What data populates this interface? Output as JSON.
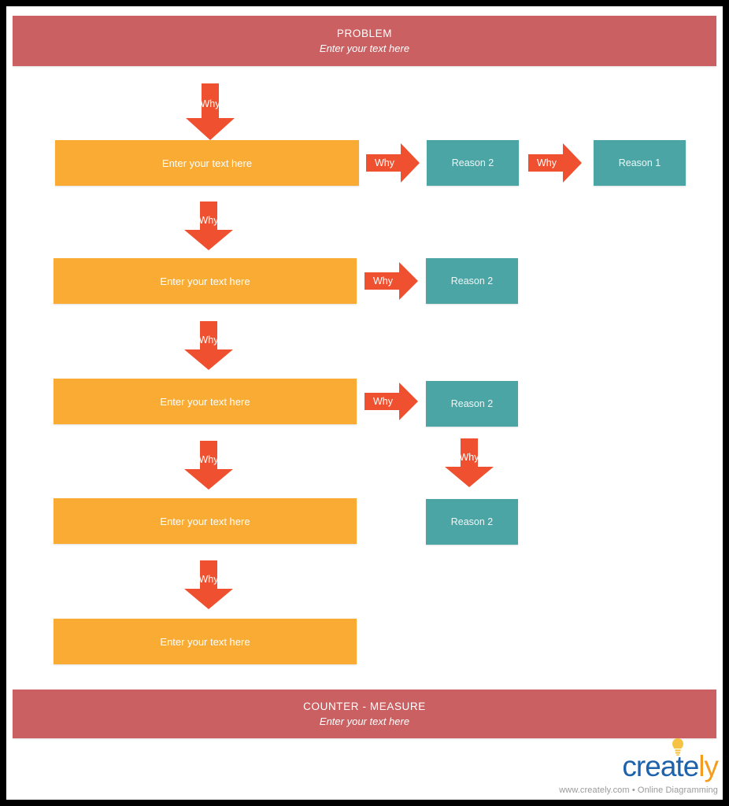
{
  "page": {
    "background": "#ffffff",
    "frame_color": "#000000"
  },
  "colors": {
    "banner": "#ca6062",
    "box_orange": "#f9ab33",
    "box_teal": "#4ba5a5",
    "arrow": "#ef5130",
    "logo_blue": "#1d62ab",
    "logo_orange": "#f49c1d",
    "logo_bulb": "#f5c243",
    "tagline": "#9a9a9a"
  },
  "problem_banner": {
    "title": "PROBLEM",
    "subtitle": "Enter your text here"
  },
  "counter_banner": {
    "title": "COUNTER - MEASURE",
    "subtitle": "Enter your text here"
  },
  "arrow_label": "Why",
  "orange_boxes": [
    {
      "label": "Enter your text here"
    },
    {
      "label": "Enter your text here"
    },
    {
      "label": "Enter your text here"
    },
    {
      "label": "Enter your text here"
    },
    {
      "label": "Enter your text here"
    }
  ],
  "reason_boxes": [
    {
      "label": "Reason 2"
    },
    {
      "label": "Reason 1"
    },
    {
      "label": "Reason 2"
    },
    {
      "label": "Reason 2"
    },
    {
      "label": "Reason 2"
    }
  ],
  "down_arrows": [
    {
      "label": "Why"
    },
    {
      "label": "Why"
    },
    {
      "label": "Why"
    },
    {
      "label": "Why"
    },
    {
      "label": "Why"
    },
    {
      "label": "Why"
    }
  ],
  "right_arrows": [
    {
      "label": "Why"
    },
    {
      "label": "Why"
    },
    {
      "label": "Why"
    },
    {
      "label": "Why"
    }
  ],
  "logo": {
    "part_blue": "creat",
    "part_blue_e": "e",
    "part_orange": "ly",
    "tagline": "www.creately.com • Online Diagramming"
  }
}
